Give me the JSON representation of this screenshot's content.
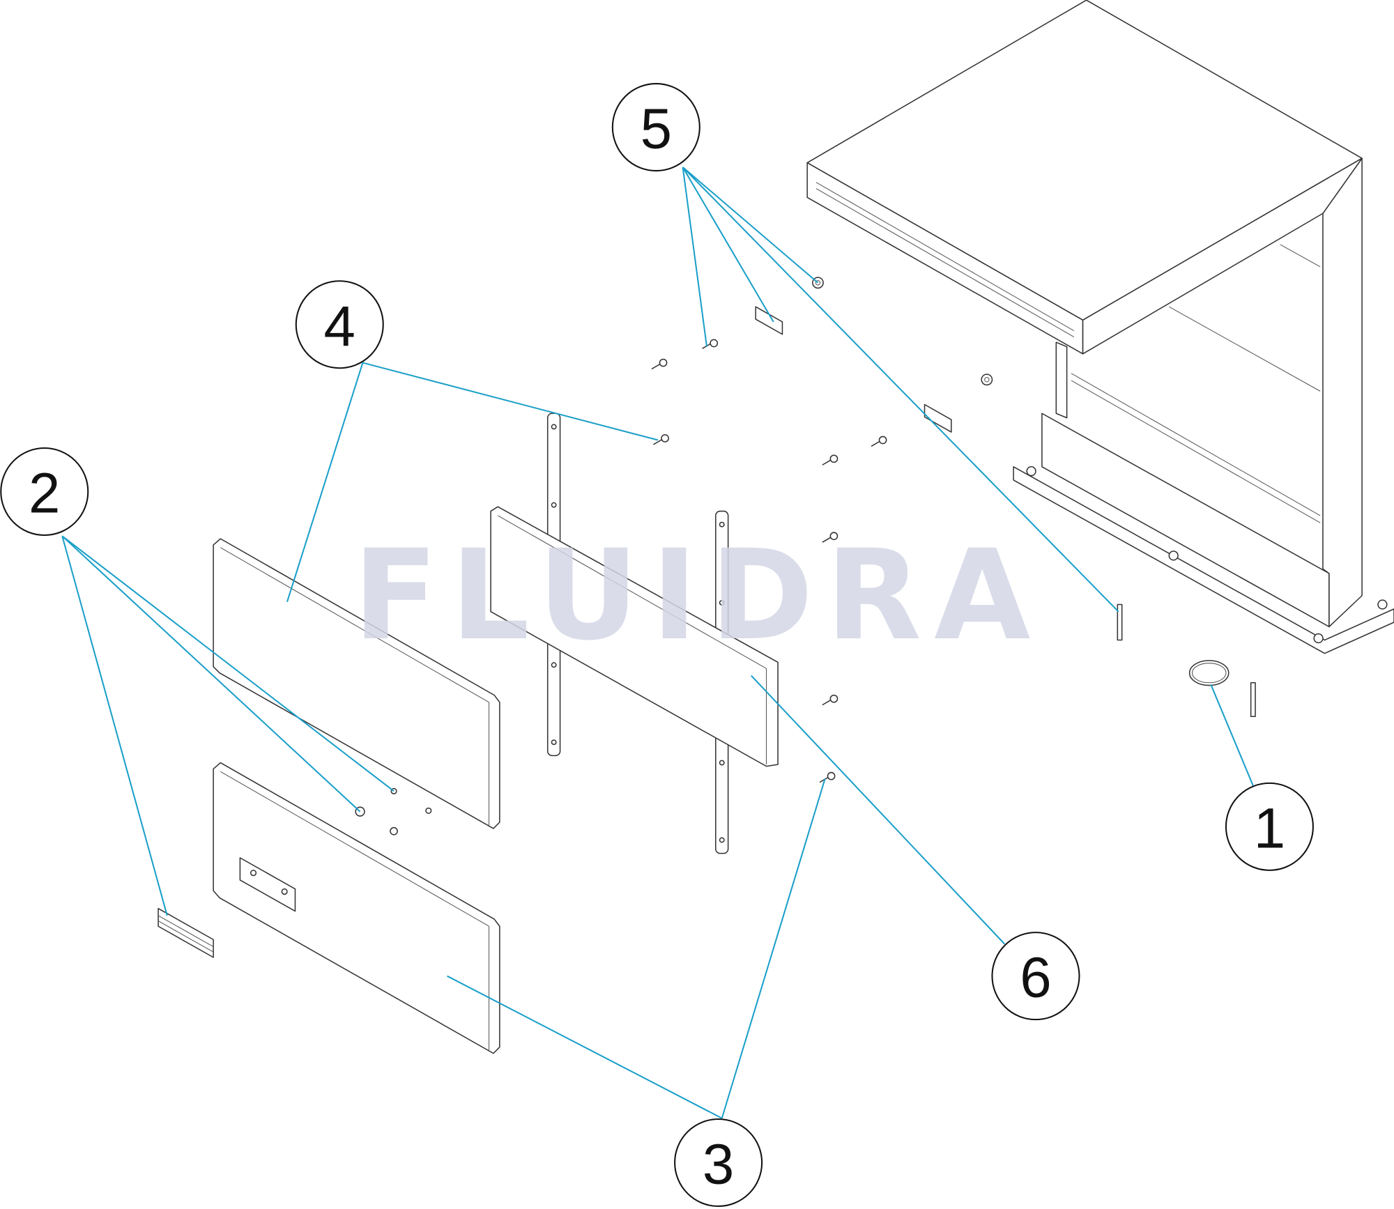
{
  "watermark": "FLUIDRA",
  "leader_color": "#1a9fc9",
  "callouts": [
    {
      "label": "1"
    },
    {
      "label": "2"
    },
    {
      "label": "3"
    },
    {
      "label": "4"
    },
    {
      "label": "5"
    },
    {
      "label": "6"
    }
  ]
}
